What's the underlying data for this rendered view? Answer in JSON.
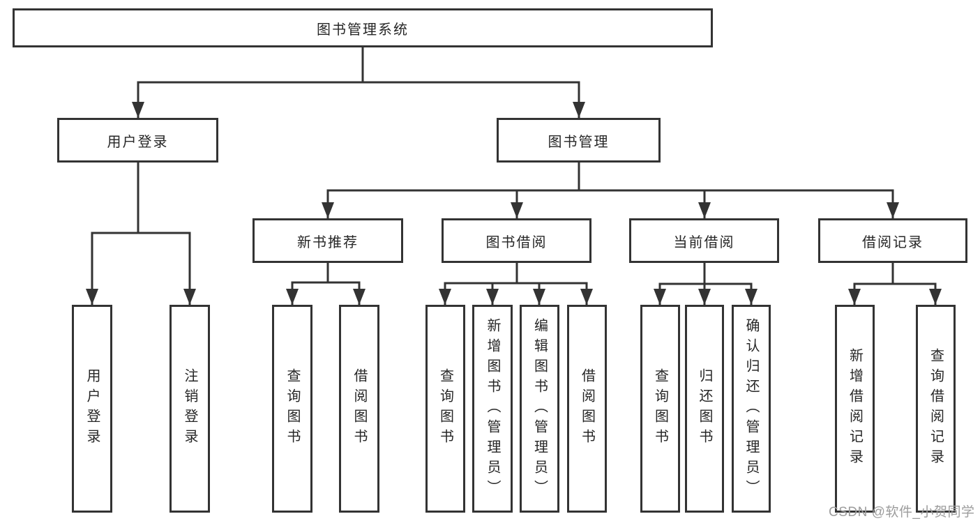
{
  "diagram_title": "图书管理系统",
  "tree": {
    "root": "图书管理系统",
    "children": [
      {
        "label": "用户登录",
        "children": [
          {
            "label": "用户登录"
          },
          {
            "label": "注销登录"
          }
        ]
      },
      {
        "label": "图书管理",
        "children": [
          {
            "label": "新书推荐",
            "children": [
              {
                "label": "查询图书"
              },
              {
                "label": "借阅图书"
              }
            ]
          },
          {
            "label": "图书借阅",
            "children": [
              {
                "label": "查询图书"
              },
              {
                "label": "新增图书（管理员）"
              },
              {
                "label": "编辑图书（管理员）"
              },
              {
                "label": "借阅图书"
              }
            ]
          },
          {
            "label": "当前借阅",
            "children": [
              {
                "label": "查询图书"
              },
              {
                "label": "归还图书"
              },
              {
                "label": "确认归还（管理员）"
              }
            ]
          },
          {
            "label": "借阅记录",
            "children": [
              {
                "label": "新增借阅记录"
              },
              {
                "label": "查询借阅记录"
              }
            ]
          }
        ]
      }
    ]
  },
  "watermark": "CSDN @软件_小贺同学",
  "colors": {
    "line": "#333333",
    "text": "#262626",
    "background": "#ffffff",
    "watermark": "#9c9c9c"
  }
}
